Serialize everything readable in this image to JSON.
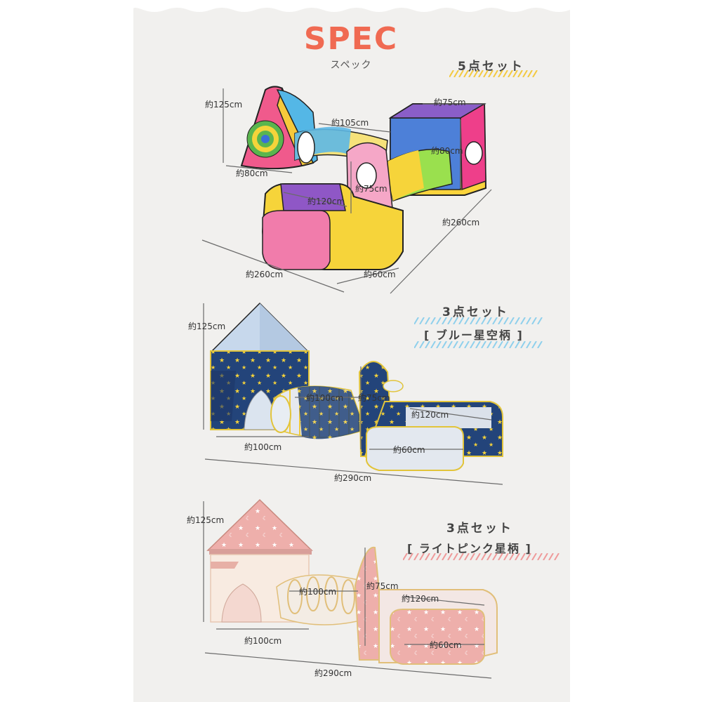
{
  "header": {
    "title": "SPEC",
    "subtitle": "スペック"
  },
  "sets": [
    {
      "label": "5点セット",
      "sublabel": "",
      "dims": {
        "height": "約125cm",
        "base": "約80cm",
        "tunnel": "約105cm",
        "cube_width": "約75cm",
        "cube_height": "約80cm",
        "basket": "約75cm",
        "pool_long": "約120cm",
        "pool_short": "約60cm",
        "total_front": "約260cm",
        "total_side": "約260cm"
      }
    },
    {
      "label": "3点セット",
      "sublabel": "[ ブルー星空柄 ]",
      "dims": {
        "height": "約125cm",
        "tunnel": "約100cm",
        "basket": "約75cm",
        "pool_long": "約120cm",
        "pool_short": "約60cm",
        "base": "約100cm",
        "total": "約290cm"
      }
    },
    {
      "label": "3点セット",
      "sublabel": "[ ライトピンク星柄 ]",
      "dims": {
        "height": "約125cm",
        "tunnel": "約100cm",
        "basket": "約75cm",
        "pool_long": "約120cm",
        "pool_short": "約60cm",
        "base": "約100cm",
        "total": "約290cm"
      }
    }
  ],
  "colors": {
    "accent": "#f06a52",
    "panel": "#f1f0ee",
    "navy": "#23447a",
    "star": "#f5d23a",
    "pink": "#f0b2b0",
    "cream": "#f8ebe1",
    "hatch_yellow": "#f3c93f",
    "hatch_blue": "#8fd0ec",
    "hatch_pink": "#ef9a9a"
  }
}
